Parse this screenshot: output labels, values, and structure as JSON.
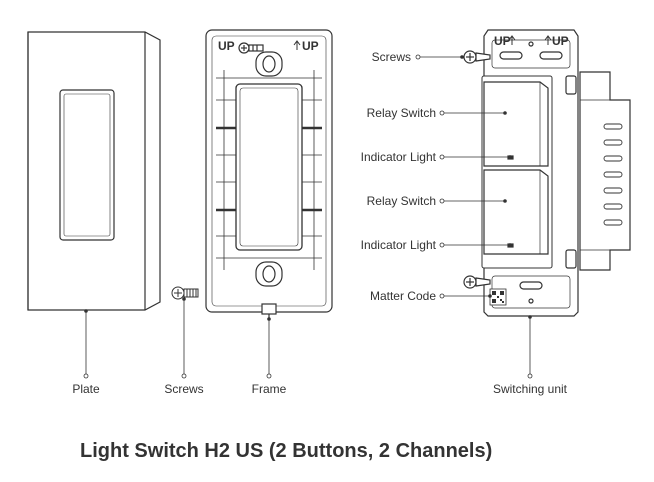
{
  "title": "Light Switch H2 US (2 Buttons, 2 Channels)",
  "components": {
    "plate": "Plate",
    "screws": "Screws",
    "frame": "Frame",
    "switching_unit": "Switching unit"
  },
  "callouts": {
    "screws": "Screws",
    "relay_switch_1": "Relay Switch",
    "indicator_light_1": "Indicator Light",
    "relay_switch_2": "Relay Switch",
    "indicator_light_2": "Indicator Light",
    "matter_code": "Matter Code"
  },
  "frame_marks": {
    "up_left": "UP",
    "up_right": "UP"
  },
  "unit_marks": {
    "up_left": "UP",
    "up_right": "UP"
  },
  "colors": {
    "line": "#333333",
    "text": "#333333",
    "background": "#ffffff"
  }
}
